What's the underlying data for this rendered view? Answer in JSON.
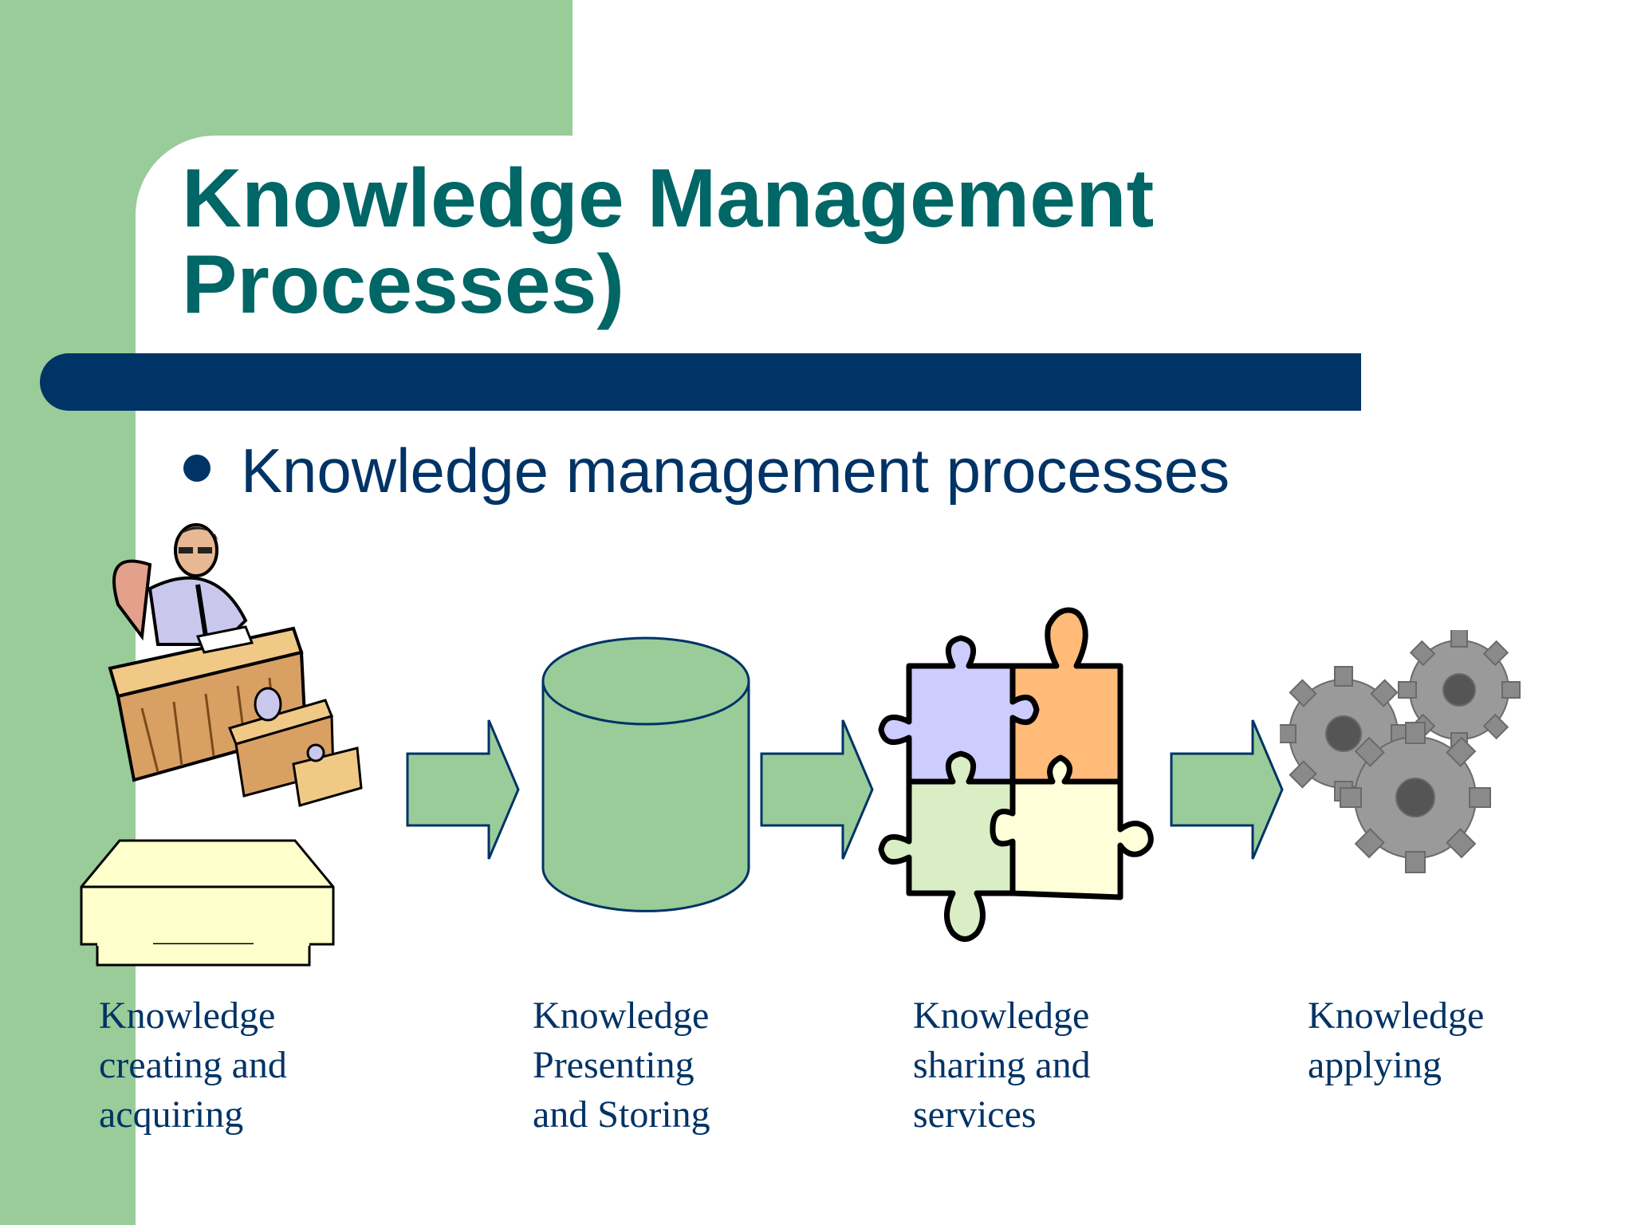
{
  "slide": {
    "title_lines": [
      "Knowledge Management",
      "Processes)"
    ],
    "bullet": "Knowledge management processes"
  },
  "process": {
    "steps": [
      {
        "lines": [
          "Knowledge",
          "creating and",
          "acquiring"
        ],
        "icon": "office-worker-desk-icon"
      },
      {
        "lines": [
          "Knowledge",
          "Presenting",
          "and Storing"
        ],
        "icon": "database-cylinder-icon"
      },
      {
        "lines": [
          "Knowledge",
          "sharing and",
          "services"
        ],
        "icon": "puzzle-pieces-icon"
      },
      {
        "lines": [
          "Knowledge",
          "applying"
        ],
        "icon": "gears-icon"
      }
    ]
  },
  "colors": {
    "accent_green": "#99cc99",
    "title_teal": "#006666",
    "navy": "#003366",
    "box_cream": "#ffffcc",
    "puzzle_lavender": "#ccccff",
    "puzzle_orange": "#ffbb77",
    "puzzle_green": "#d9eec4",
    "puzzle_cream": "#ffffd9",
    "gear_gray": "#8a8a8a"
  }
}
